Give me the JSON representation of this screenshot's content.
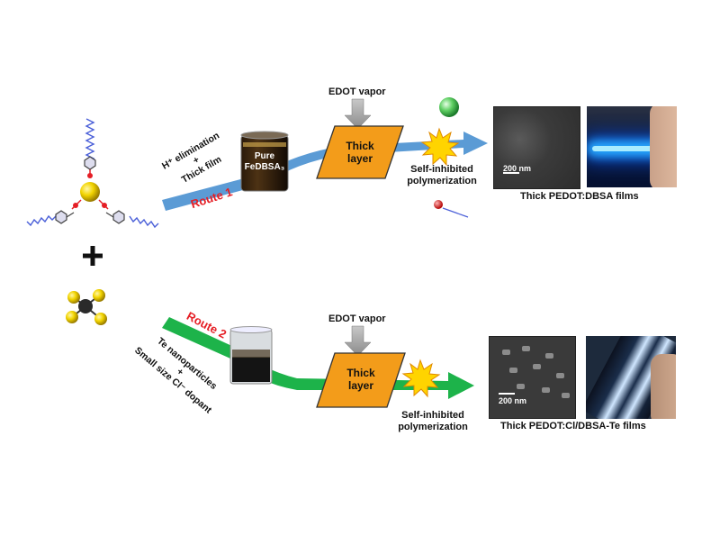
{
  "route1": {
    "route_label": "Route 1",
    "step_lines": [
      "H⁺ elimination",
      "+",
      "Thick film"
    ],
    "beaker_label": [
      "Pure",
      "FeDBSA₃"
    ],
    "vapor_label": "EDOT vapor",
    "layer_label": [
      "Thick",
      "layer"
    ],
    "polymerization_label": [
      "Self-inhibited",
      "polymerization"
    ],
    "scale_label": "200 nm",
    "films_caption": "Thick PEDOT:DBSA films"
  },
  "route2": {
    "route_label": "Route 2",
    "step_lines": [
      "Te nanoparticles",
      "+",
      "Small size Cl⁻ dopant"
    ],
    "vapor_label": "EDOT vapor",
    "layer_label": [
      "Thick",
      "layer"
    ],
    "polymerization_label": [
      "Self-inhibited",
      "polymerization"
    ],
    "scale_label": "200 nm",
    "films_caption": "Thick PEDOT:Cl/DBSA-Te films"
  },
  "plus_sign": "+",
  "colors": {
    "route1_arrow": "#5b9bd5",
    "route2_arrow": "#1db34a",
    "layer_box": "#f39c1a",
    "route_label": "#e51e25",
    "starburst": "#ffd400"
  }
}
